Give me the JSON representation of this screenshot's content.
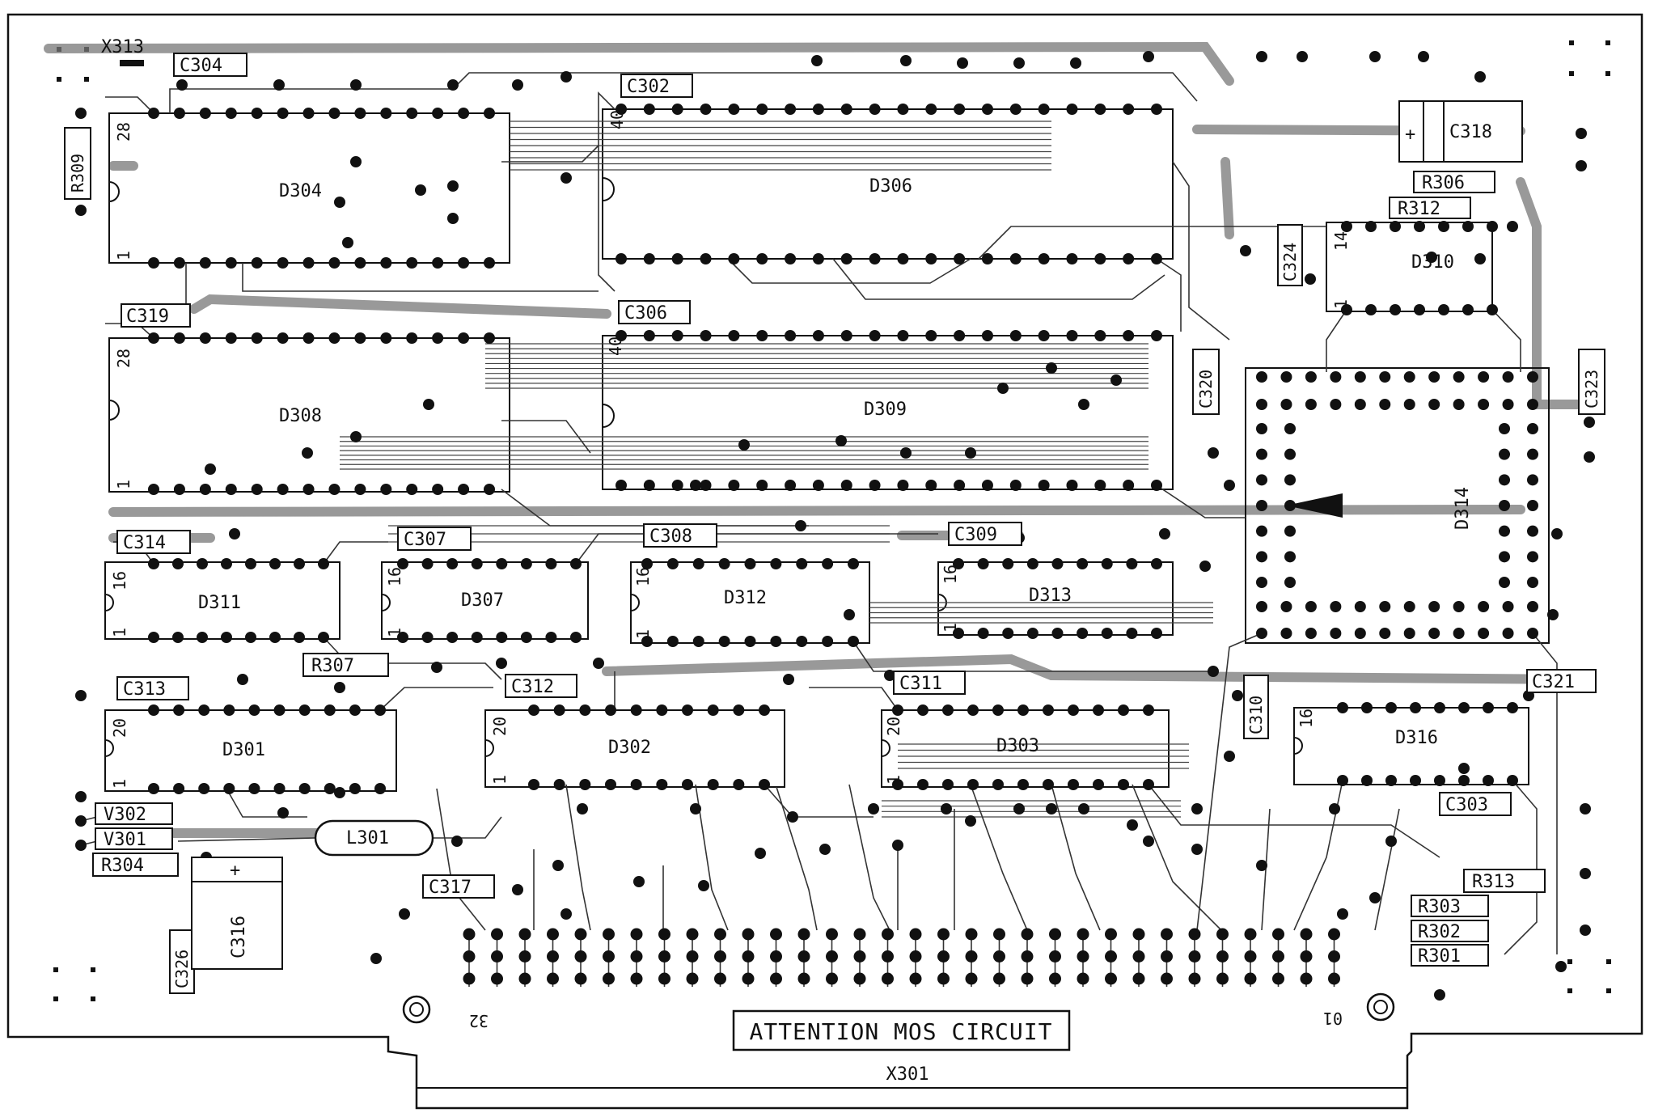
{
  "warning_text": "ATTENTION MOS CIRCUIT",
  "connector": {
    "name": "X301",
    "pin_left": "32",
    "pin_right": "01"
  },
  "jumper": "X313",
  "chips": [
    {
      "name": "D304",
      "pin_top": "28",
      "pin_bottom": "1"
    },
    {
      "name": "D306",
      "pin_top": "40",
      "pin_bottom": ""
    },
    {
      "name": "D308",
      "pin_top": "28",
      "pin_bottom": "1"
    },
    {
      "name": "D309",
      "pin_top": "40",
      "pin_bottom": ""
    },
    {
      "name": "D310",
      "pin_top": "14",
      "pin_bottom": "1"
    },
    {
      "name": "D311",
      "pin_top": "16",
      "pin_bottom": "1"
    },
    {
      "name": "D307",
      "pin_top": "16",
      "pin_bottom": "1"
    },
    {
      "name": "D312",
      "pin_top": "16",
      "pin_bottom": "1"
    },
    {
      "name": "D313",
      "pin_top": "16",
      "pin_bottom": "1"
    },
    {
      "name": "D314",
      "pin_top": "",
      "pin_bottom": ""
    },
    {
      "name": "D301",
      "pin_top": "20",
      "pin_bottom": "1"
    },
    {
      "name": "D302",
      "pin_top": "20",
      "pin_bottom": "1"
    },
    {
      "name": "D303",
      "pin_top": "20",
      "pin_bottom": "1"
    },
    {
      "name": "D316",
      "pin_top": "16",
      "pin_bottom": ""
    }
  ],
  "capacitors": [
    "C304",
    "C302",
    "C318",
    "C319",
    "C306",
    "C320",
    "C323",
    "C314",
    "C307",
    "C308",
    "C309",
    "C313",
    "C312",
    "C311",
    "C321",
    "C303",
    "C317",
    "C326",
    "C316",
    "C324",
    "C310"
  ],
  "resistors": [
    "R309",
    "R306",
    "R312",
    "R307",
    "R304",
    "R313",
    "R303",
    "R302",
    "R301"
  ],
  "other_parts": [
    "V302",
    "V301",
    "L301"
  ],
  "polarity_mark": "+"
}
